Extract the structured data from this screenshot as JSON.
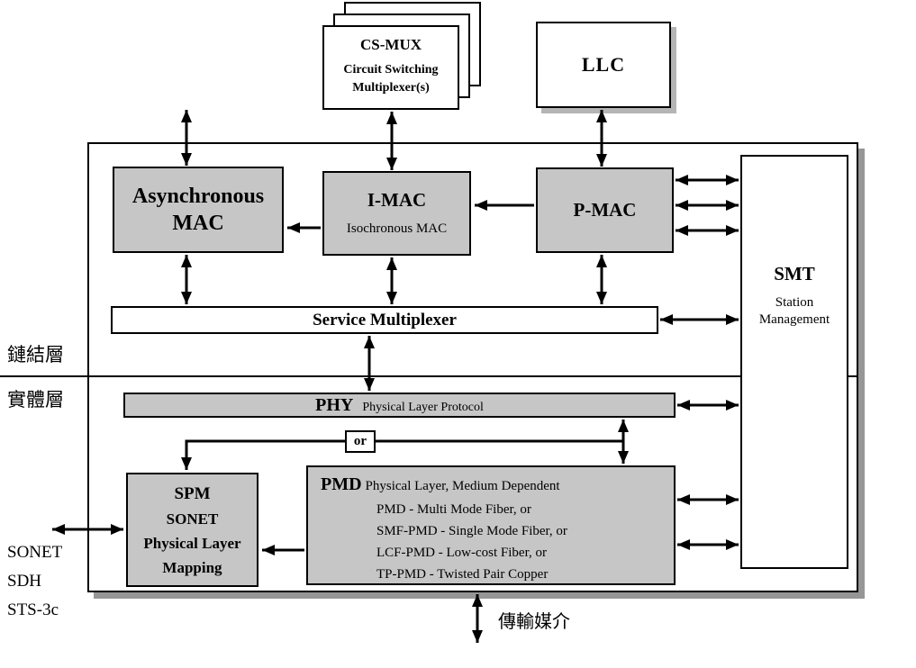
{
  "colors": {
    "box_fill_gray": "#c6c6c6",
    "main_shadow": "#969696",
    "line": "#000000"
  },
  "top": {
    "csmux": {
      "title": "CS-MUX",
      "subtitle1": "Circuit Switching",
      "subtitle2": "Multiplexer(s)"
    },
    "llc": {
      "title": "LLC"
    }
  },
  "layers": {
    "link_label": "鏈結層",
    "physical_label": "實體層"
  },
  "link_layer": {
    "async_mac": {
      "line1": "Asynchronous",
      "line2": "MAC"
    },
    "imac": {
      "title": "I-MAC",
      "subtitle": "Isochronous MAC"
    },
    "pmac": {
      "title": "P-MAC"
    },
    "service_mux": {
      "title": "Service Multiplexer"
    }
  },
  "smt": {
    "title": "SMT",
    "line1": "Station",
    "line2": "Management"
  },
  "physical_layer": {
    "phy": {
      "title": "PHY",
      "subtitle": "Physical Layer Protocol"
    },
    "or_label": "or",
    "spm": {
      "lines": [
        "SPM",
        "SONET",
        "Physical Layer",
        "Mapping"
      ]
    },
    "pmd": {
      "title": "PMD",
      "subtitle": "Physical Layer, Medium Dependent",
      "options": [
        "PMD - Multi Mode Fiber, or",
        "SMF-PMD - Single Mode Fiber, or",
        "LCF-PMD - Low-cost Fiber, or",
        "TP-PMD - Twisted Pair Copper"
      ]
    }
  },
  "left_labels": {
    "line1": "SONET",
    "line2": "SDH",
    "line3": "STS-3c"
  },
  "bottom": {
    "transmission_medium": "傳輸媒介"
  }
}
